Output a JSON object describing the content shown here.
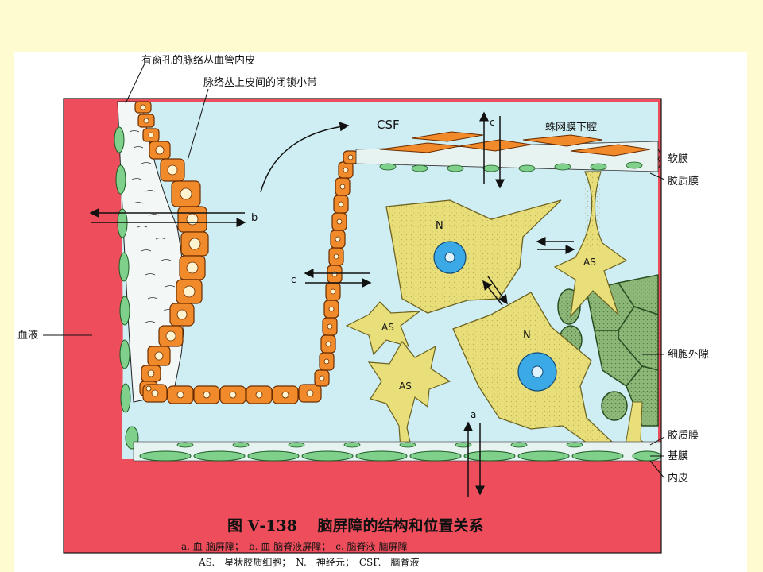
{
  "labels": {
    "fenestrated_endothelium": "有窗孔的脉络丛血管内皮",
    "tight_junction": "脉络丛上皮间的闭锁小带",
    "csf": "CSF",
    "subarachnoid": "蛛网膜下腔",
    "pia": "软膜",
    "glial_membrane_top": "胶质膜",
    "blood": "血液",
    "extracellular_space": "细胞外隙",
    "glial_membrane_bottom": "胶质膜",
    "basement_membrane": "基膜",
    "endothelium": "内皮",
    "neuron": "N",
    "astrocyte": "AS",
    "arrow_a": "a",
    "arrow_b": "b",
    "arrow_c": "c"
  },
  "caption": {
    "title": "图 Ⅴ-138　 脑屏障的结构和位置关系",
    "line2": "a. 血-脑屏障；　b. 血-脑脊液屏障；　c. 脑脊液-脑屏障",
    "line3": "AS.　星状胶质细胞；　N.　神经元；　CSF.　脑脊液"
  },
  "colors": {
    "page_background": "#fffbd0",
    "blood": "#ee4e5c",
    "csf": "#cfeef4",
    "epithelium": "#f08a2a",
    "glia": "#e8de7a",
    "neuron_nucleus": "#3aa9e6",
    "endothelium": "#7fd08a",
    "extracellular_cells": "#7fae6a"
  }
}
